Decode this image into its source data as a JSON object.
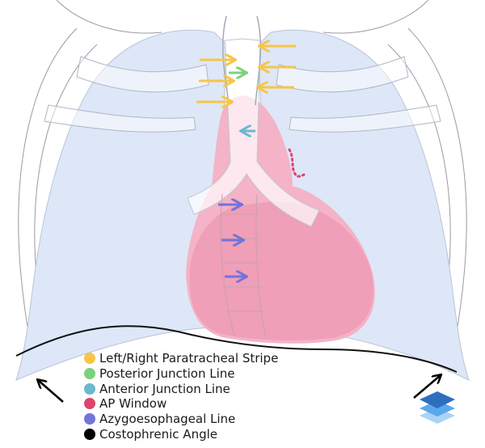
{
  "legend": [
    {
      "label": "Left/Right Paratracheal Stripe",
      "color": "#f7c548"
    },
    {
      "label": "Posterior Junction Line",
      "color": "#7dd17d"
    },
    {
      "label": "Anterior Junction Line",
      "color": "#6bb8cf"
    },
    {
      "label": "AP Window",
      "color": "#e0426e"
    },
    {
      "label": "Azygoesophageal Line",
      "color": "#7373d9"
    },
    {
      "label": "Costophrenic Angle",
      "color": "#000000"
    }
  ],
  "colors": {
    "lung_fill": "#dde7f7",
    "heart_fill": "#ef9fb7",
    "mediastinum_fill": "#f4b3c6",
    "paratracheal_arrow": "#f7c548",
    "posterior_junction_arrow": "#7dd17d",
    "anterior_junction_arrow": "#6bb8cf",
    "ap_window_dots": "#e0426e",
    "azygoesophageal_arrow": "#7373d9",
    "costophrenic_arrow": "#000000",
    "layers_icon": "#3a86d4"
  },
  "icons": {
    "layers": "layers-icon"
  }
}
